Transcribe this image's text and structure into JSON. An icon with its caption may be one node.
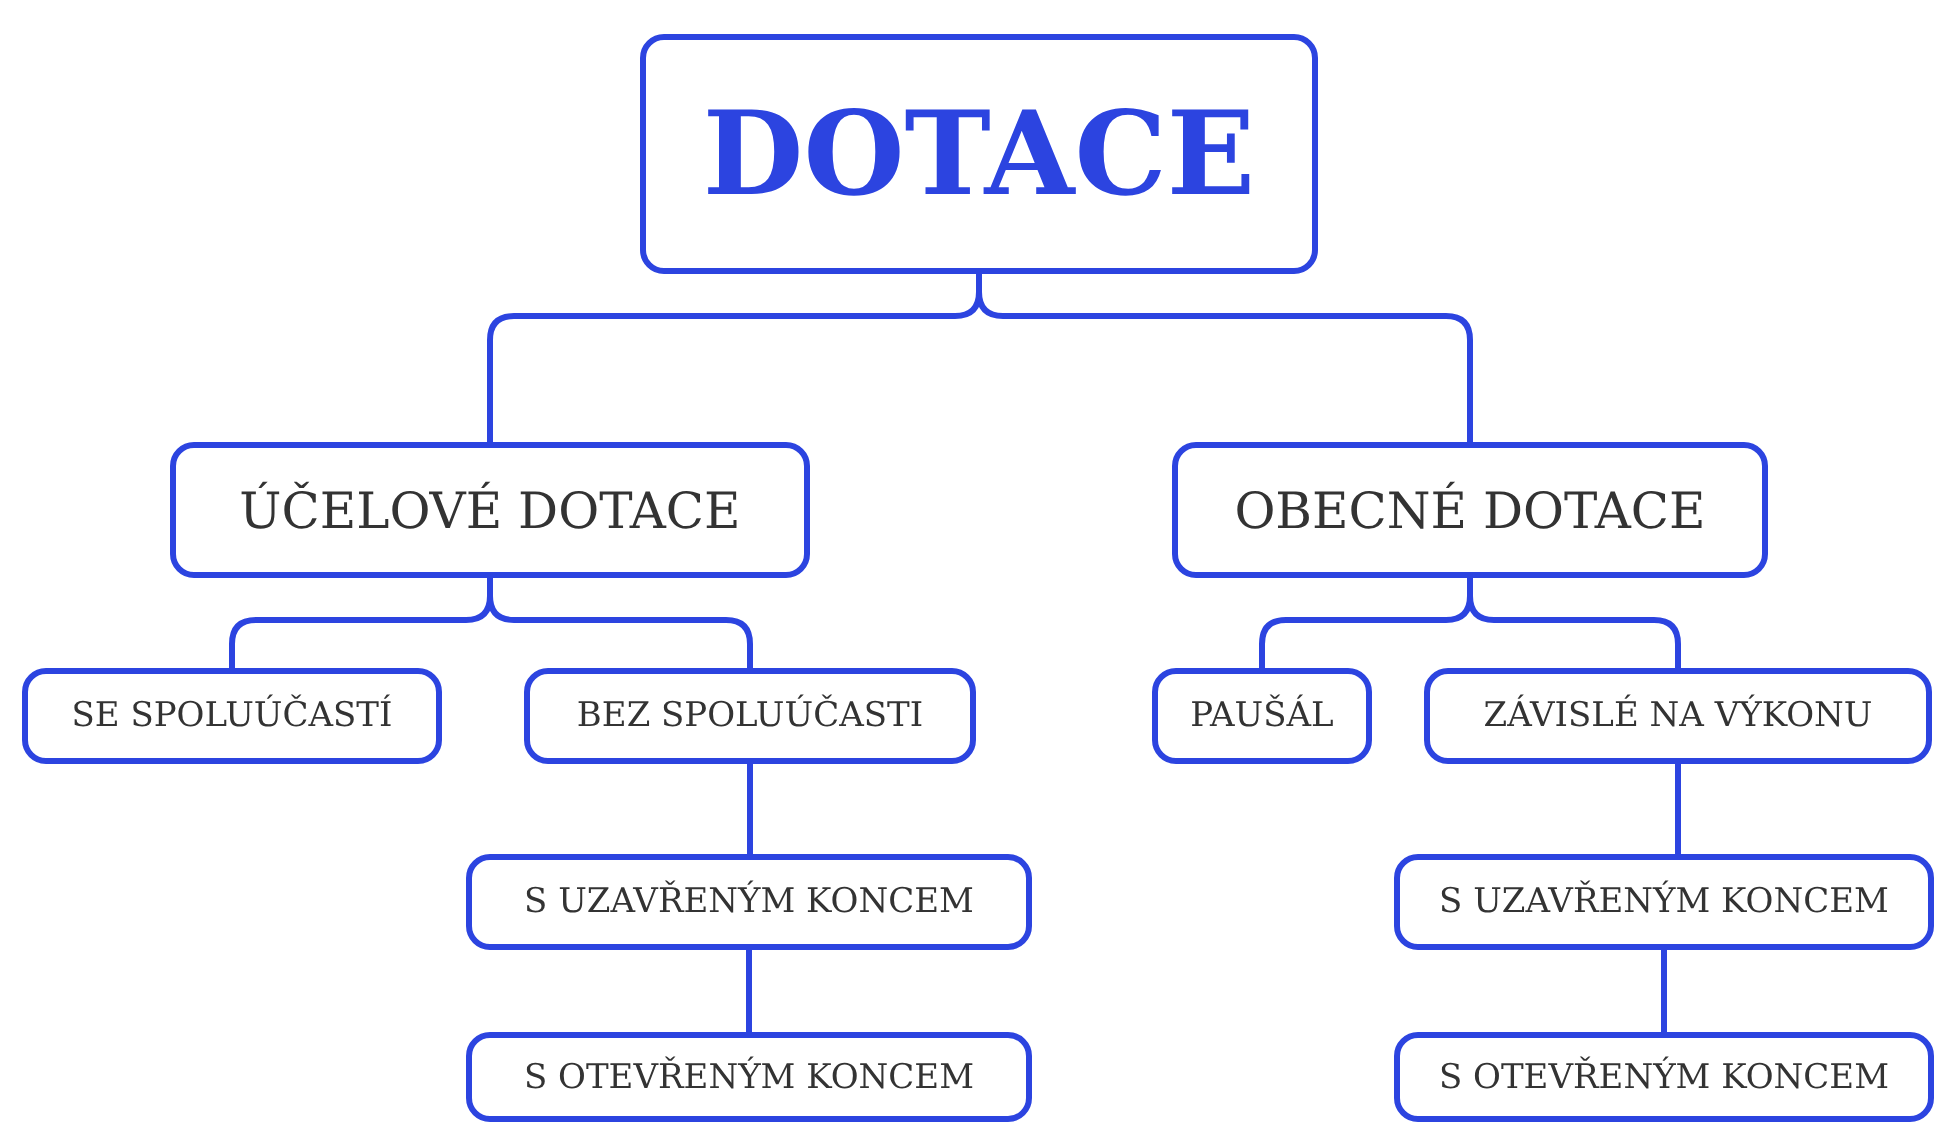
{
  "diagram": {
    "nodes": [
      {
        "text": [
          "DOTACE"
        ]
      },
      {
        "text": [
          "ÚČELOVÉ DOTACE"
        ]
      },
      {
        "text": [
          "OBECNÉ DOTACE"
        ]
      },
      {
        "text": [
          "SE SPOLUÚČASTÍ"
        ]
      },
      {
        "text": [
          "BEZ SPOLUÚČASTI"
        ]
      },
      {
        "text": [
          "PAUŠÁL"
        ]
      },
      {
        "text": [
          "ZÁVISLÉ NA VÝKONU"
        ]
      },
      {
        "text": [
          "S UZAVŘENÝM KONCEM"
        ]
      },
      {
        "text": [
          "S OTEVŘENÝM KONCEM"
        ]
      },
      {
        "text": [
          "S UZAVŘENÝM KONCEM"
        ]
      },
      {
        "text": [
          "S OTEVŘENÝM KONCEM"
        ]
      }
    ],
    "edges": [
      {
        "from": 0,
        "to": 1,
        "arrow": "none"
      },
      {
        "from": 0,
        "to": 2,
        "arrow": "none"
      },
      {
        "from": 1,
        "to": 3,
        "arrow": "none"
      },
      {
        "from": 1,
        "to": 4,
        "arrow": "none"
      },
      {
        "from": 2,
        "to": 5,
        "arrow": "none"
      },
      {
        "from": 2,
        "to": 6,
        "arrow": "none"
      },
      {
        "from": 4,
        "to": 7,
        "arrow": "none"
      },
      {
        "from": 7,
        "to": 8,
        "arrow": "none"
      },
      {
        "from": 6,
        "to": 9,
        "arrow": "none"
      },
      {
        "from": 9,
        "to": 10,
        "arrow": "none"
      }
    ]
  }
}
